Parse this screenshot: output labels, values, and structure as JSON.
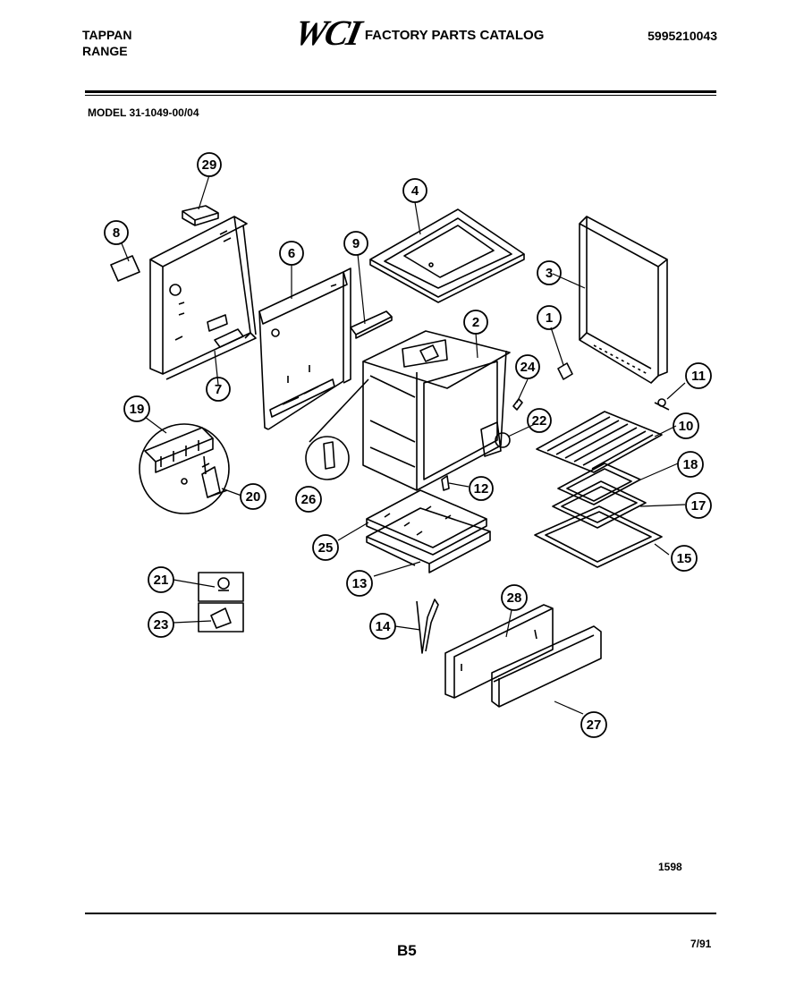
{
  "header": {
    "brand_line1": "TAPPAN",
    "brand_line2": "RANGE",
    "logo_text": "WCI",
    "catalog_title": "FACTORY PARTS CATALOG",
    "catalog_number": "5995210043"
  },
  "model_label": "MODEL 31-1049-00/04",
  "callouts": {
    "c1": "1",
    "c2": "2",
    "c3": "3",
    "c4": "4",
    "c6": "6",
    "c7": "7",
    "c8": "8",
    "c9": "9",
    "c10": "10",
    "c11": "11",
    "c12": "12",
    "c13": "13",
    "c14": "14",
    "c15": "15",
    "c17": "17",
    "c18": "18",
    "c19": "19",
    "c20": "20",
    "c21": "21",
    "c22": "22",
    "c23": "23",
    "c24": "24",
    "c25": "25",
    "c26": "26",
    "c27": "27",
    "c28": "28",
    "c29": "29"
  },
  "footer": {
    "diagram_number": "1598",
    "page_code": "B5",
    "date": "7/91"
  }
}
